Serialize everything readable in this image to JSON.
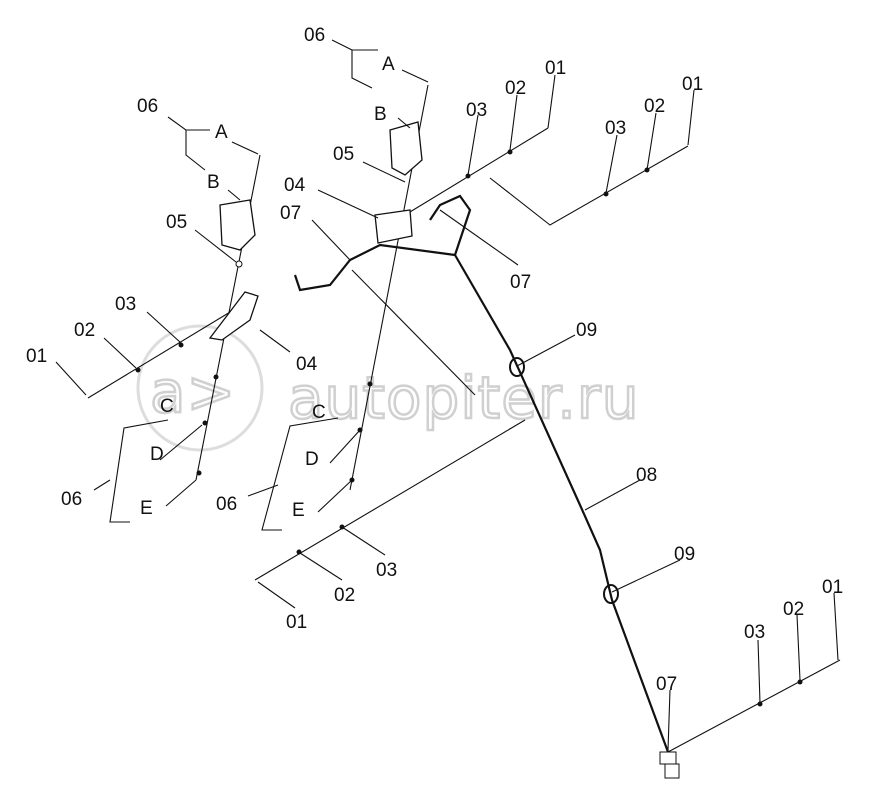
{
  "watermark": {
    "text": "autopiter.ru",
    "logo_text": "a>"
  },
  "labels": {
    "left": [
      "06",
      "A",
      "B",
      "05",
      "03",
      "02",
      "01",
      "04",
      "C",
      "D",
      "06",
      "E"
    ],
    "middle": [
      "06",
      "A",
      "B",
      "05",
      "04",
      "07",
      "03",
      "02",
      "01",
      "03",
      "02",
      "01",
      "07",
      "09",
      "C",
      "D",
      "06",
      "E",
      "03",
      "02",
      "01",
      "08",
      "09",
      "03",
      "02",
      "01",
      "07"
    ]
  }
}
